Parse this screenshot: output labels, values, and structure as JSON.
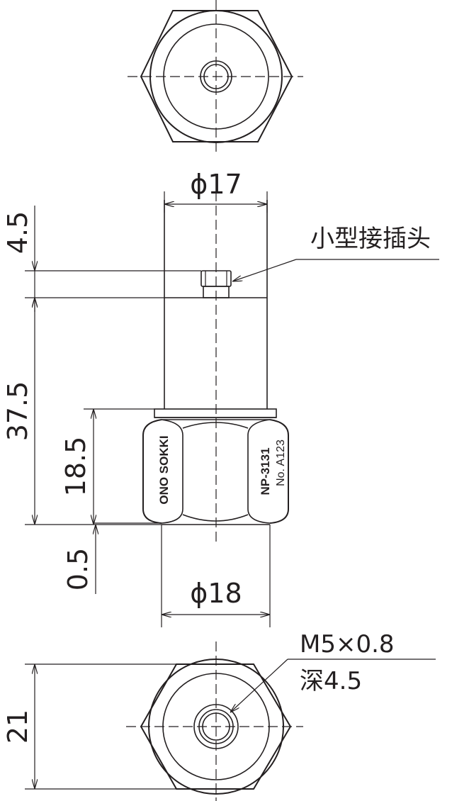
{
  "dimensions": {
    "top_dia": "ϕ17",
    "bottom_dia": "ϕ18",
    "connector_height": "4.5",
    "total_height": "37.5",
    "hex_height": "18.5",
    "gap": "0.5",
    "hex_flat": "21"
  },
  "labels": {
    "connector": "小型接插头",
    "thread_line1": "M5×0.8",
    "thread_line2": "深4.5"
  },
  "engraving": {
    "brand": "ONO SOKKI",
    "model": "NP-3131",
    "serial": "No. A123"
  }
}
